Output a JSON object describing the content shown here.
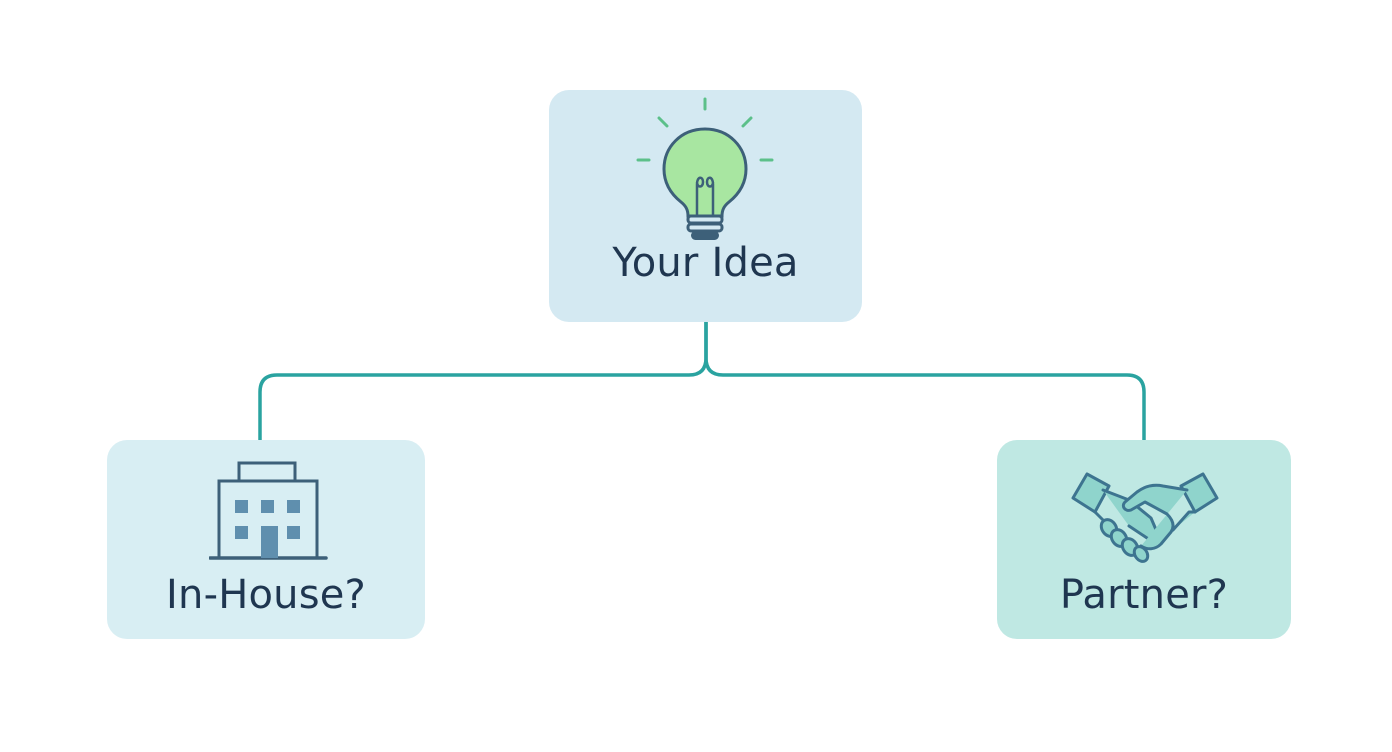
{
  "diagram": {
    "root": {
      "label": "Your Idea",
      "icon": "lightbulb-icon"
    },
    "options": [
      {
        "label": "In-House?",
        "icon": "office-building-icon"
      },
      {
        "label": "Partner?",
        "icon": "handshake-icon"
      }
    ]
  },
  "colors": {
    "connector": "#2aa3a0",
    "text": "#1f3650",
    "icon_stroke": "#3d6079",
    "bulb_fill": "#a8e6a1",
    "bulb_rays": "#5cc08a",
    "root_box": "#d4e9f2",
    "left_box": "#d8eef3",
    "right_box": "#bfe8e3"
  }
}
